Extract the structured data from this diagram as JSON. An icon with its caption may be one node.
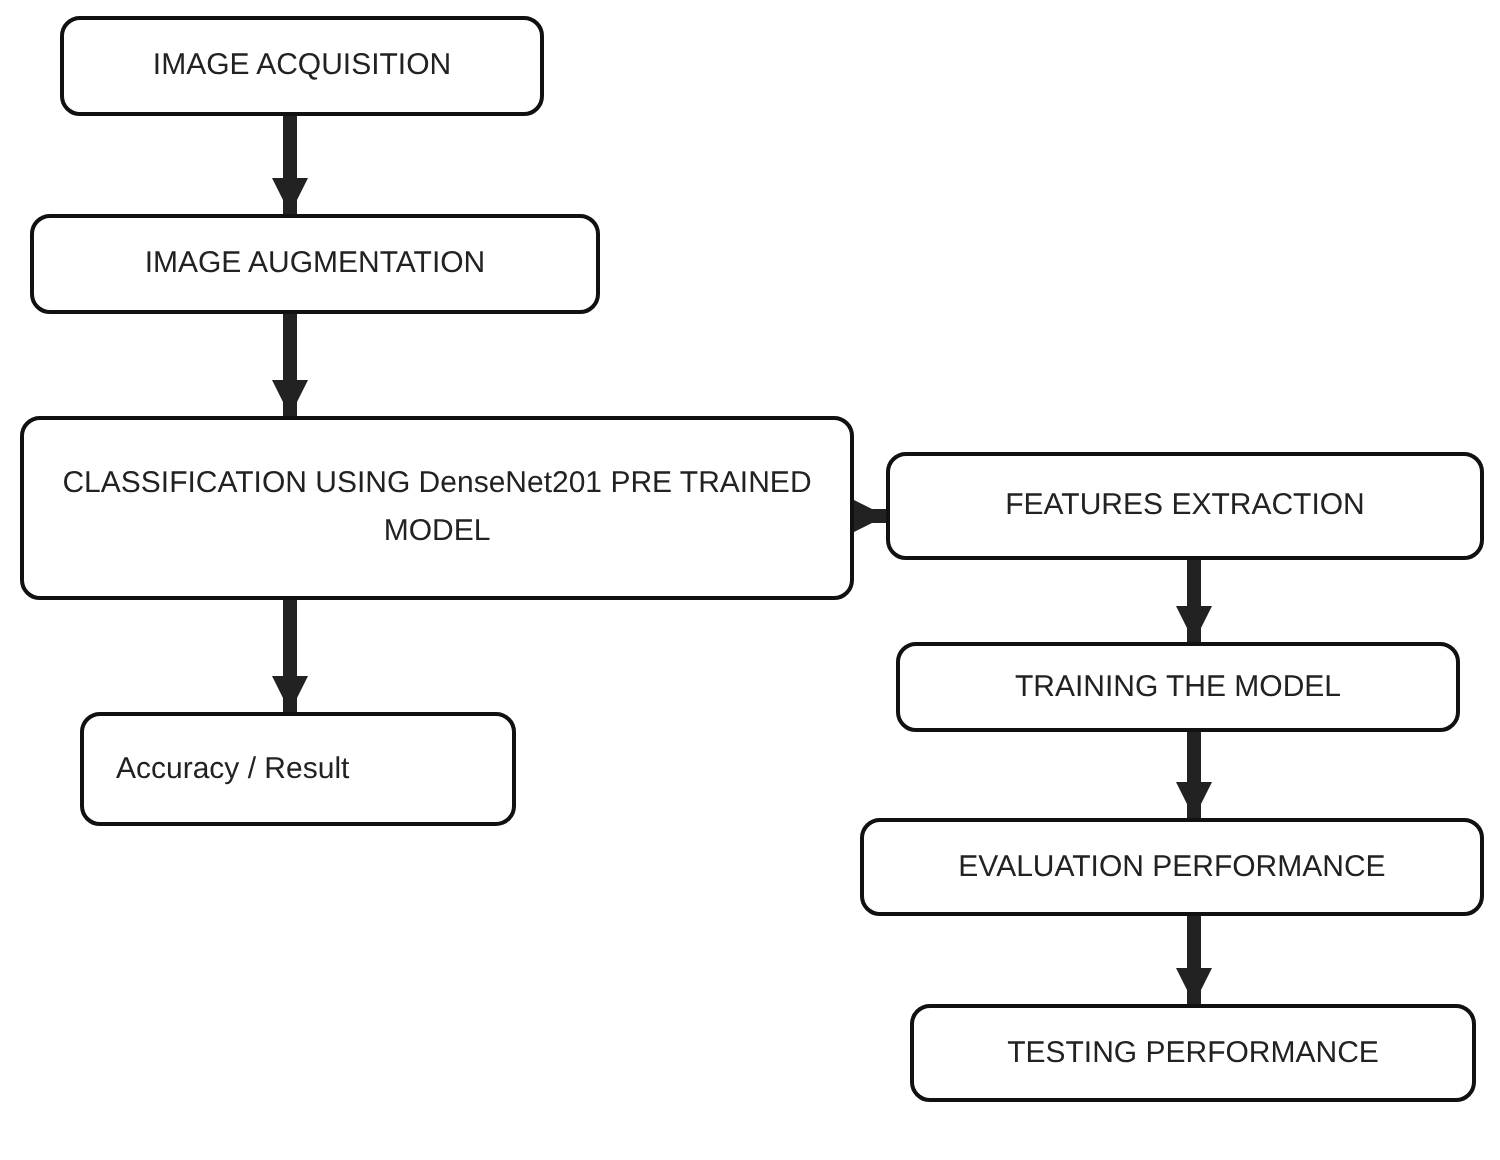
{
  "diagram": {
    "nodes": [
      {
        "text": [
          "IMAGE ACQUISITION"
        ]
      },
      {
        "text": [
          "IMAGE AUGMENTATION"
        ]
      },
      {
        "text": [
          "CLASSIFICATION USING DenseNet201 PRE TRAINED MODEL"
        ]
      },
      {
        "text": [
          "Accuracy / Result"
        ]
      },
      {
        "text": [
          "FEATURES EXTRACTION"
        ]
      },
      {
        "text": [
          "TRAINING THE MODEL"
        ]
      },
      {
        "text": [
          "EVALUATION PERFORMANCE"
        ]
      },
      {
        "text": [
          "TESTING PERFORMANCE"
        ]
      }
    ],
    "edges": [
      {
        "from": 0,
        "to": 1,
        "arrow": "to"
      },
      {
        "from": 1,
        "to": 2,
        "arrow": "to"
      },
      {
        "from": 2,
        "to": 3,
        "arrow": "to"
      },
      {
        "from": 2,
        "to": 4,
        "arrow": "to"
      },
      {
        "from": 4,
        "to": 5,
        "arrow": "to"
      },
      {
        "from": 5,
        "to": 6,
        "arrow": "to"
      },
      {
        "from": 6,
        "to": 7,
        "arrow": "to"
      }
    ]
  }
}
